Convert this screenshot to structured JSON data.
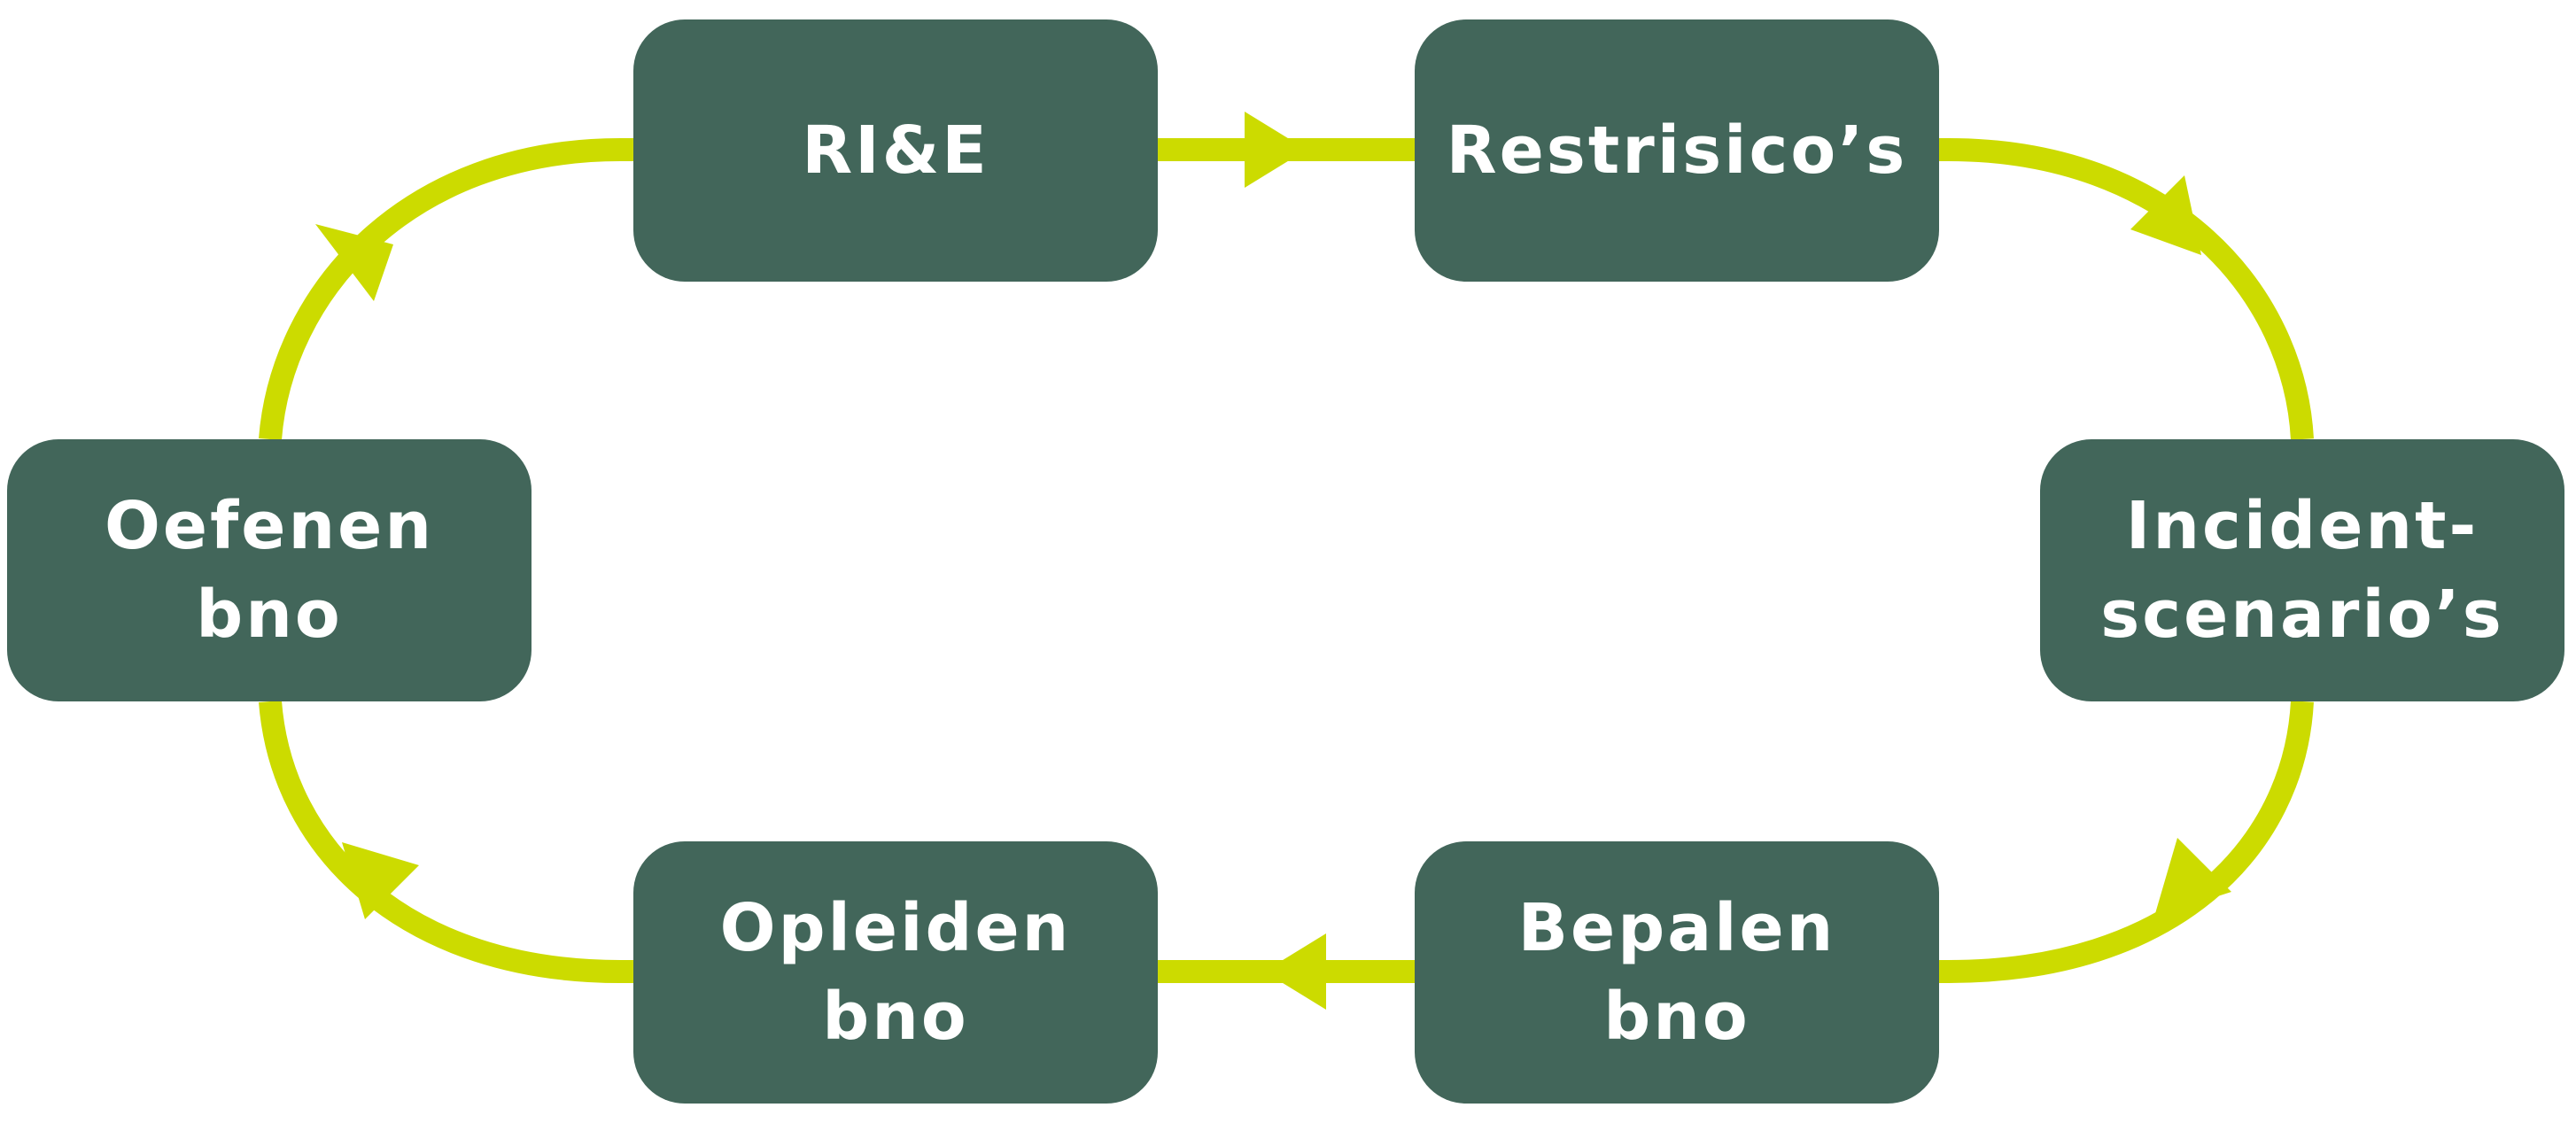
{
  "colors": {
    "box": "#42665A",
    "box_text": "#FFFFFF",
    "arrow": "#CCDB00",
    "background": "#FFFFFF"
  },
  "steps": [
    {
      "lines": [
        "RI&E"
      ]
    },
    {
      "lines": [
        "Restrisico’s"
      ]
    },
    {
      "lines": [
        "Incident-",
        "scenario’s"
      ]
    },
    {
      "lines": [
        "Bepalen",
        "bno"
      ]
    },
    {
      "lines": [
        "Opleiden",
        "bno"
      ]
    },
    {
      "lines": [
        "Oefenen",
        "bno"
      ]
    }
  ]
}
